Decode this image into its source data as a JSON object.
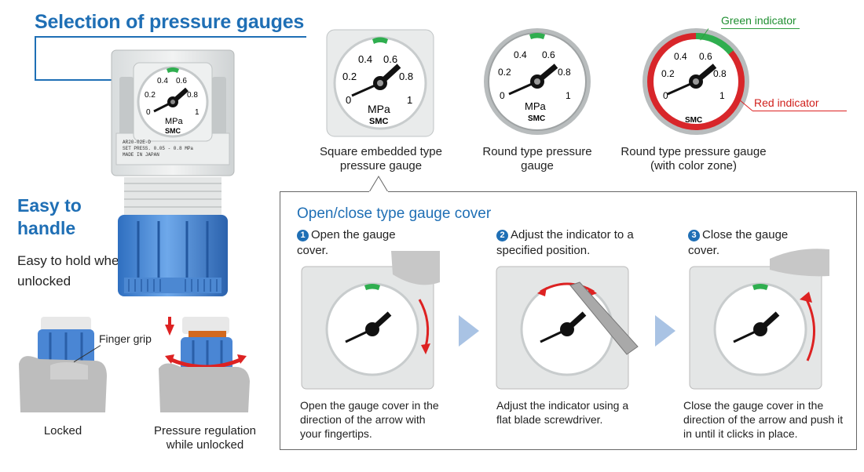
{
  "headings": {
    "selection": "Selection of pressure gauges",
    "easy": "Easy to handle",
    "easy_desc": "Easy to hold when unlocked"
  },
  "gauge_types": [
    {
      "label": "Square embedded type pressure gauge"
    },
    {
      "label": "Round type pressure gauge"
    },
    {
      "label": "Round type pressure gauge (with color zone)"
    }
  ],
  "indicators": {
    "green": "Green indicator",
    "red": "Red indicator"
  },
  "gauge_face": {
    "unit": "MPa",
    "brand": "SMC",
    "ticks": [
      "0",
      "0.2",
      "0.4",
      "0.6",
      "0.8",
      "1"
    ]
  },
  "regulator": {
    "plate_line1": "AR20-02E-D",
    "plate_line2": "SET PRESS. 0.05 - 0.8 MPa",
    "plate_line3": "MADE IN JAPAN"
  },
  "knob": {
    "finger_grip": "Finger grip",
    "locked": "Locked",
    "pressure_regulation": "Pressure regulation while unlocked"
  },
  "cover_panel": {
    "title": "Open/close type gauge cover",
    "steps": [
      {
        "num": "1",
        "head": "Open the gauge cover.",
        "desc": "Open the gauge cover in the direction of the arrow with your fingertips."
      },
      {
        "num": "2",
        "head": "Adjust the indicator to a specified position.",
        "desc": "Adjust the indicator using a flat blade screwdriver."
      },
      {
        "num": "3",
        "head": "Close the gauge cover.",
        "desc": "Close the gauge cover in the direction of the arrow and push it in until it clicks in place."
      }
    ]
  },
  "colors": {
    "accent_blue": "#1f6fb5",
    "green_indicator": "#2e9e3e",
    "red_indicator": "#d0201c",
    "knob_blue": "#3d7fd0"
  }
}
